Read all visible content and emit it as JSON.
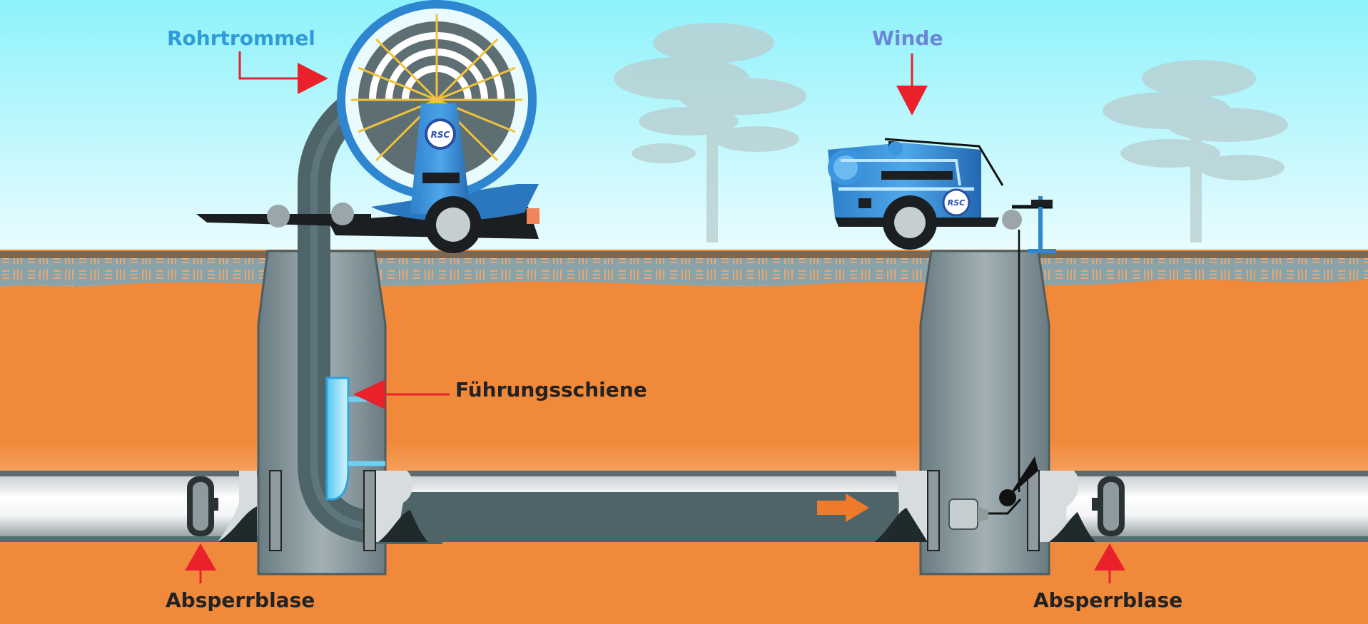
{
  "labels": {
    "rohrtrommel": "Rohrtrommel",
    "winde": "Winde",
    "fuehrungsschiene": "Führungsschiene",
    "absperrblase_left": "Absperrblase",
    "absperrblase_right": "Absperrblase"
  },
  "logos": {
    "drum_logo": "RSC",
    "winch_logo": "RSC"
  },
  "colors": {
    "sky_top": "#8ef2fb",
    "sky_bottom": "#e9fbfd",
    "soil": "#f08a3a",
    "arrow_red": "#e8212a",
    "machine_blue": "#2f86d0",
    "shaft_grey": "#7d8e93",
    "liner_dark": "#4f6468",
    "flow_orange": "#ef7a2a"
  }
}
